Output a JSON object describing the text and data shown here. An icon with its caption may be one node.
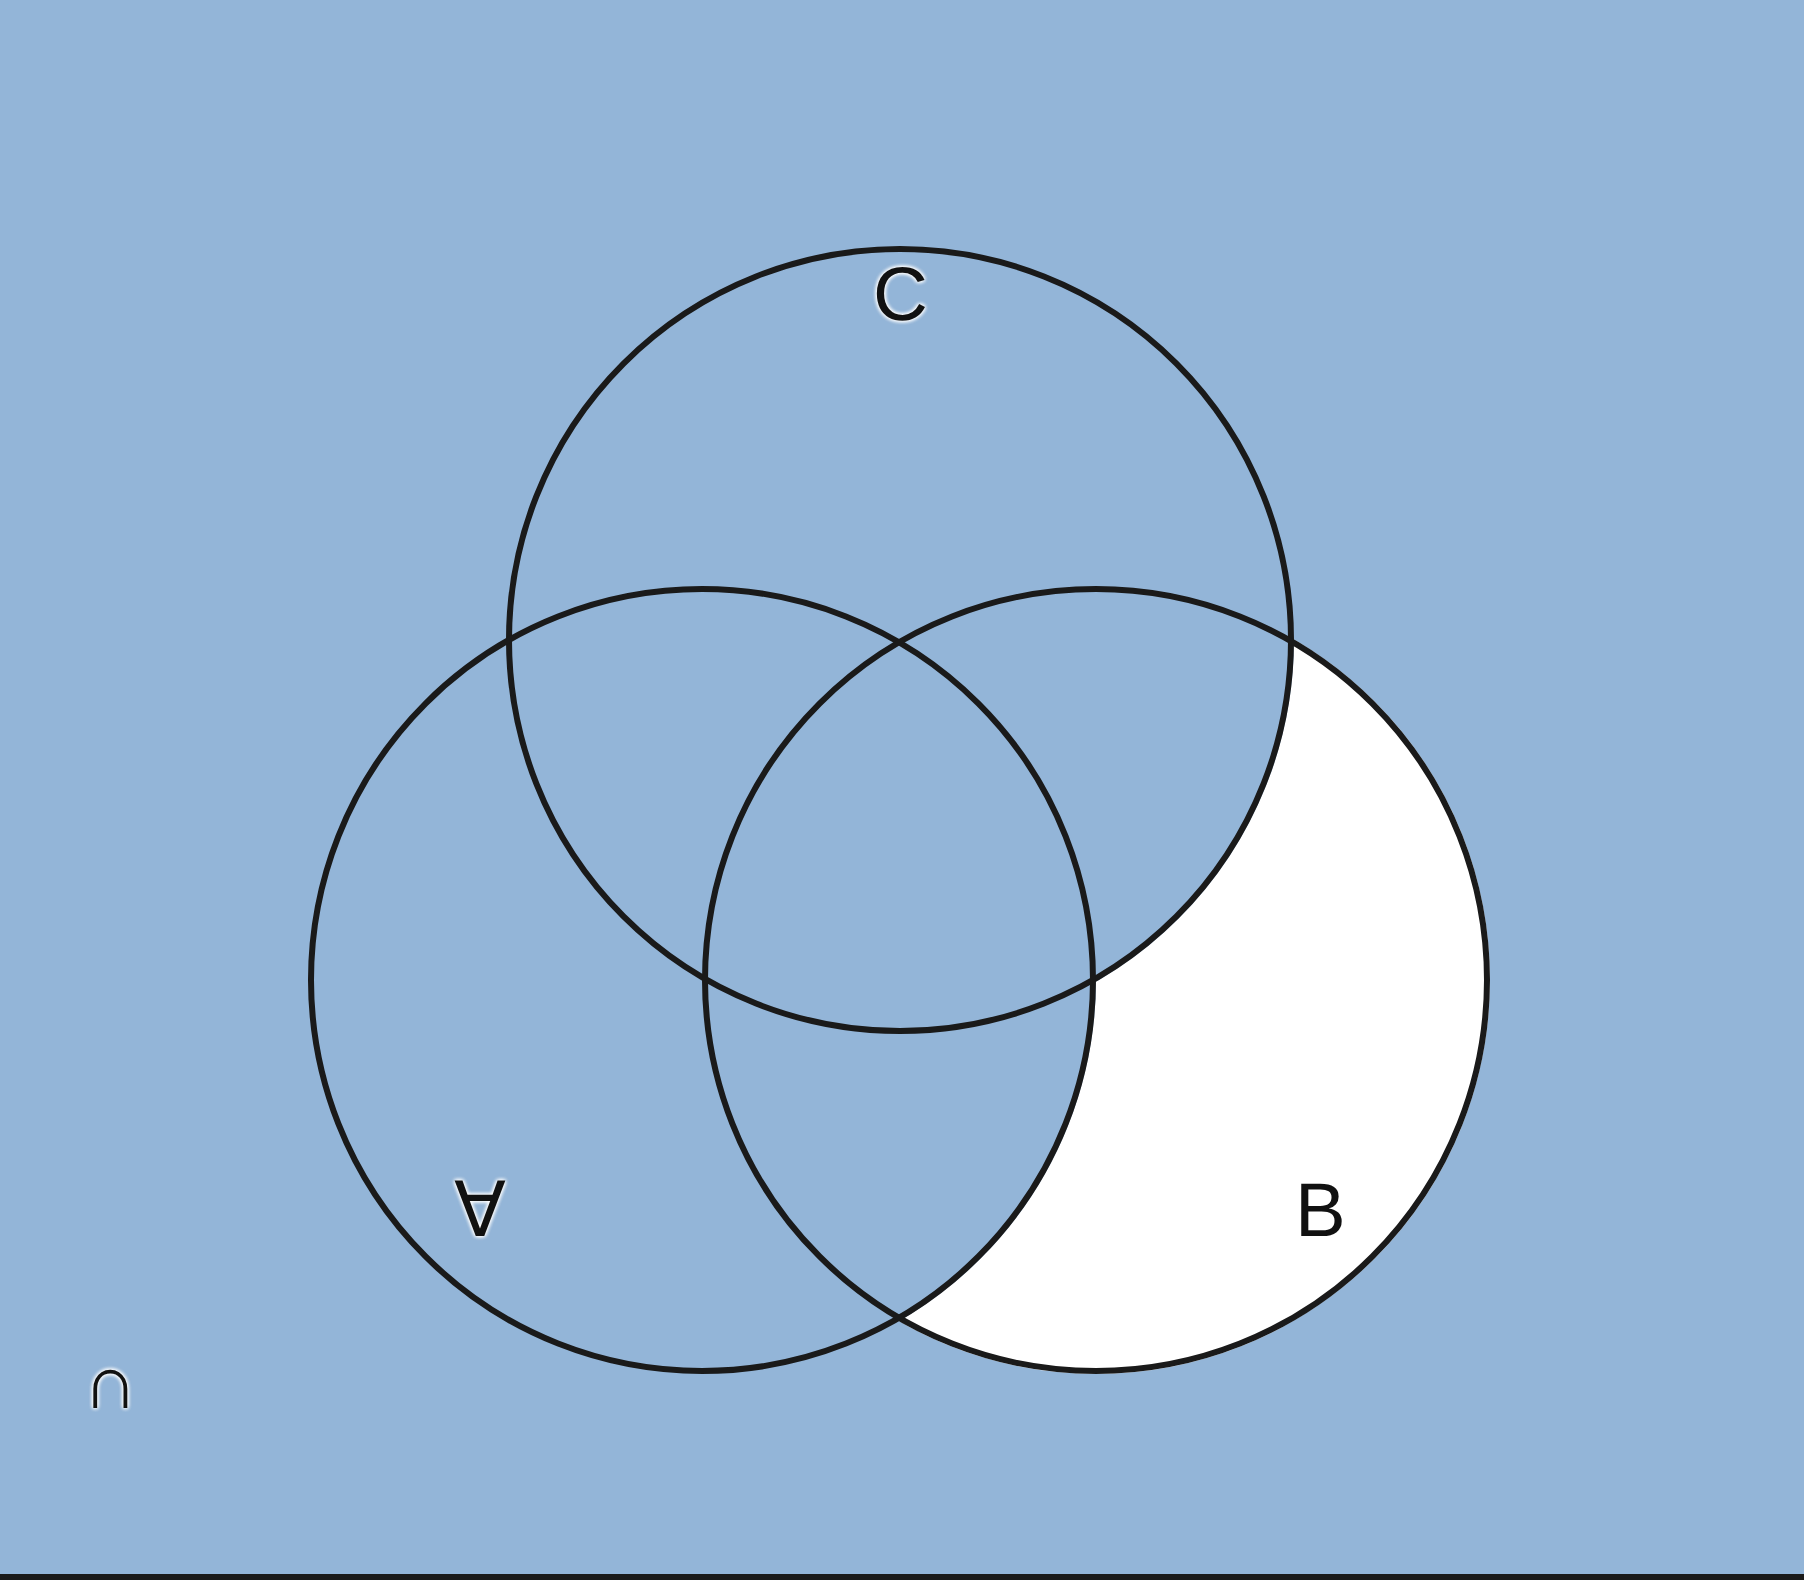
{
  "diagram": {
    "nodes": [
      {
        "text": [
          "∩"
        ]
      },
      {
        "text": [
          "C"
        ],
        "in": 0
      },
      {
        "text": [
          "∀"
        ],
        "in": 0
      },
      {
        "text": [
          "B"
        ],
        "in": 0
      }
    ]
  }
}
